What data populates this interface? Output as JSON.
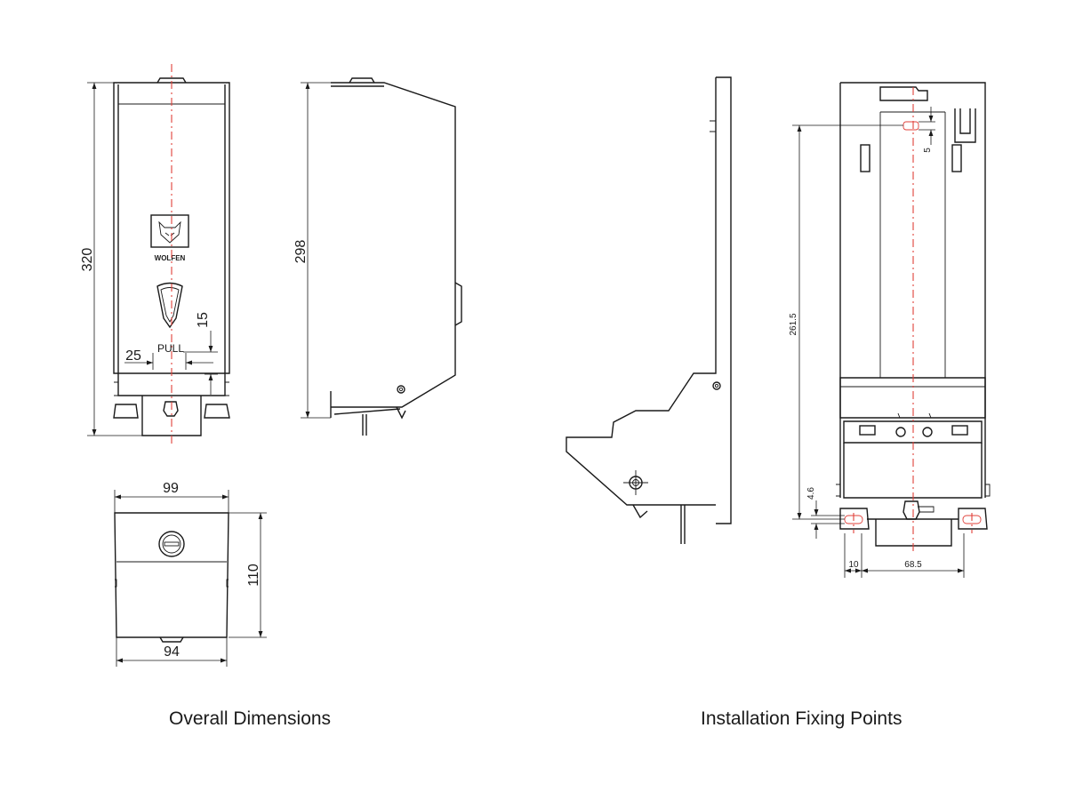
{
  "captions": {
    "overall": "Overall Dimensions",
    "installation": "Installation Fixing Points"
  },
  "front_view": {
    "height_dim": "320",
    "button_offset_dim": "15",
    "button_width_dim": "25",
    "pull_label": "PULL",
    "brand": "WOLFEN"
  },
  "side_view": {
    "height_dim": "298"
  },
  "top_view": {
    "top_width_dim": "99",
    "depth_dim": "110",
    "bottom_width_dim": "94"
  },
  "back_view": {
    "slot_dim": "5",
    "fixing_height_dim": "261.5",
    "bottom_offset_dim": "4.6",
    "edge_dim": "10",
    "spacing_dim": "68.5"
  },
  "colors": {
    "line": "#1a1a1a",
    "centerline": "#e0403a"
  }
}
